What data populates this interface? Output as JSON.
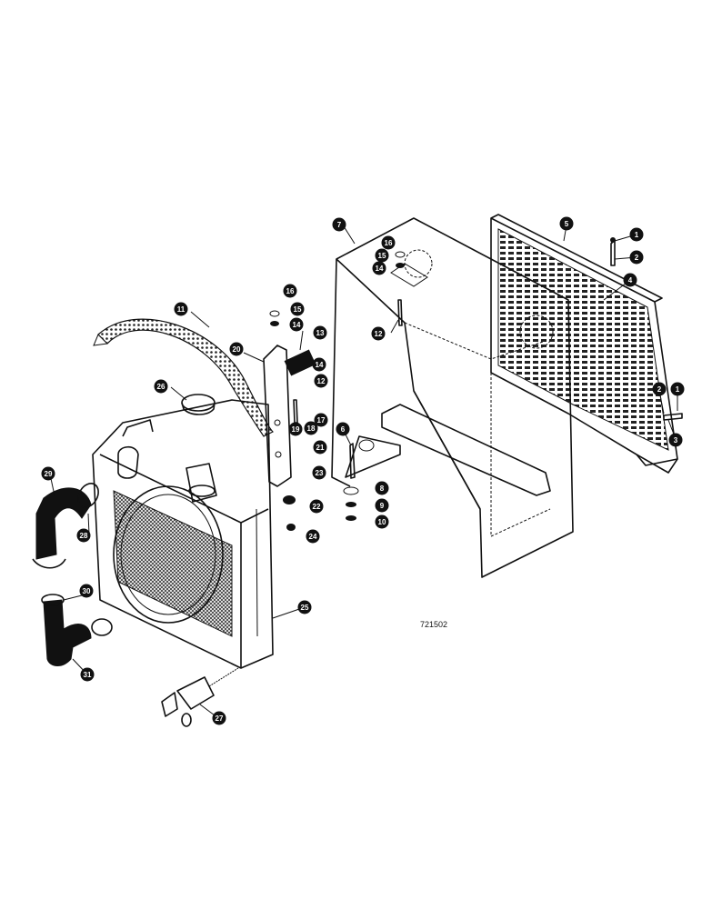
{
  "diagram": {
    "figure_id": "721502",
    "parts": [
      {
        "ref": "1"
      },
      {
        "ref": "2"
      },
      {
        "ref": "3"
      },
      {
        "ref": "4"
      },
      {
        "ref": "5"
      },
      {
        "ref": "6"
      },
      {
        "ref": "7"
      },
      {
        "ref": "8"
      },
      {
        "ref": "9"
      },
      {
        "ref": "10"
      },
      {
        "ref": "11"
      },
      {
        "ref": "12"
      },
      {
        "ref": "13"
      },
      {
        "ref": "14"
      },
      {
        "ref": "15"
      },
      {
        "ref": "16"
      },
      {
        "ref": "17"
      },
      {
        "ref": "18"
      },
      {
        "ref": "19"
      },
      {
        "ref": "20"
      },
      {
        "ref": "21"
      },
      {
        "ref": "22"
      },
      {
        "ref": "23"
      },
      {
        "ref": "24"
      },
      {
        "ref": "25"
      },
      {
        "ref": "26"
      },
      {
        "ref": "27"
      },
      {
        "ref": "28"
      },
      {
        "ref": "29"
      },
      {
        "ref": "30"
      },
      {
        "ref": "31"
      }
    ]
  }
}
